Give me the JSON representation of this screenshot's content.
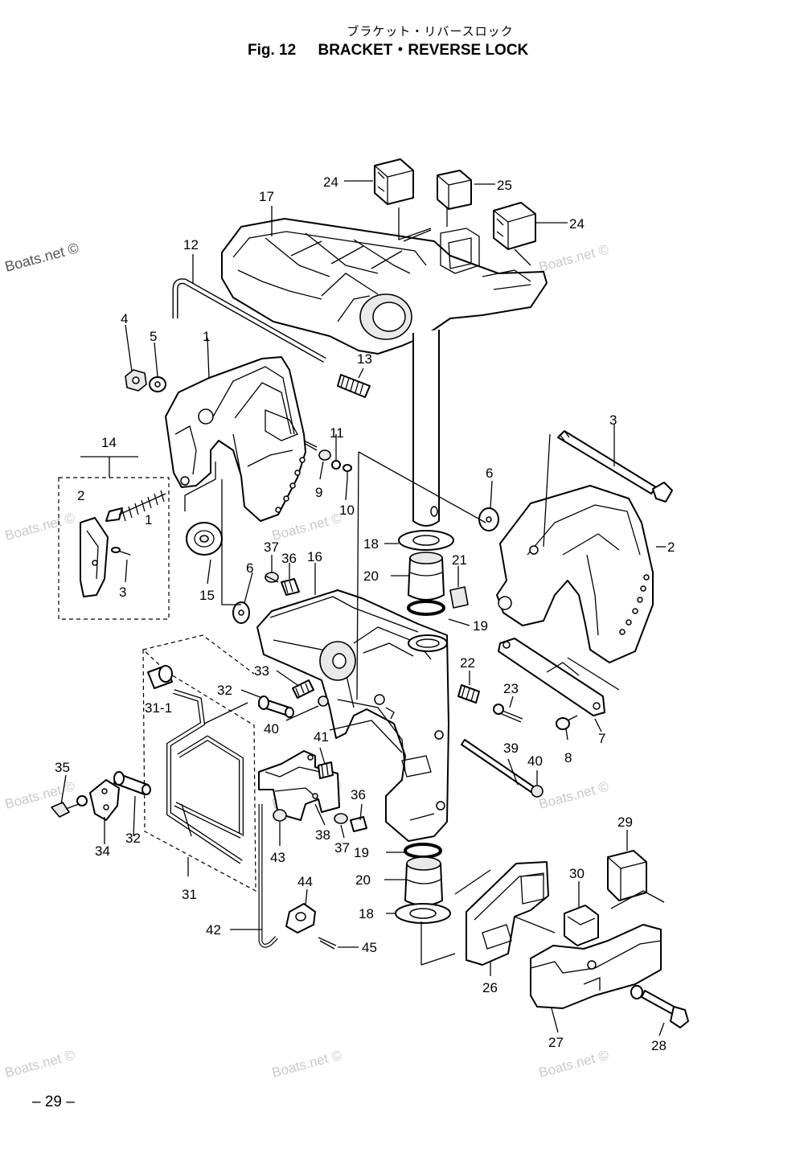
{
  "header": {
    "title_jp": "ブラケット・リバースロック",
    "fig_label": "Fig. 12",
    "title_en": "BRACKET・REVERSE LOCK"
  },
  "watermark": {
    "text": "Boats.net ©"
  },
  "footer": {
    "page_number": "– 29 –"
  },
  "callouts": [
    {
      "label": "24"
    },
    {
      "label": "25"
    },
    {
      "label": "24"
    },
    {
      "label": "17"
    },
    {
      "label": "12"
    },
    {
      "label": "4"
    },
    {
      "label": "5"
    },
    {
      "label": "1"
    },
    {
      "label": "13"
    },
    {
      "label": "11"
    },
    {
      "label": "9"
    },
    {
      "label": "10"
    },
    {
      "label": "14"
    },
    {
      "label": "2"
    },
    {
      "label": "1"
    },
    {
      "label": "3"
    },
    {
      "label": "15"
    },
    {
      "label": "3"
    },
    {
      "label": "6"
    },
    {
      "label": "2"
    },
    {
      "label": "37"
    },
    {
      "label": "36"
    },
    {
      "label": "16"
    },
    {
      "label": "6"
    },
    {
      "label": "18"
    },
    {
      "label": "20"
    },
    {
      "label": "21"
    },
    {
      "label": "19"
    },
    {
      "label": "33"
    },
    {
      "label": "32"
    },
    {
      "label": "31-1"
    },
    {
      "label": "40"
    },
    {
      "label": "22"
    },
    {
      "label": "23"
    },
    {
      "label": "7"
    },
    {
      "label": "8"
    },
    {
      "label": "41"
    },
    {
      "label": "39"
    },
    {
      "label": "40"
    },
    {
      "label": "35"
    },
    {
      "label": "34"
    },
    {
      "label": "32"
    },
    {
      "label": "36"
    },
    {
      "label": "43"
    },
    {
      "label": "38"
    },
    {
      "label": "37"
    },
    {
      "label": "19"
    },
    {
      "label": "29"
    },
    {
      "label": "20"
    },
    {
      "label": "30"
    },
    {
      "label": "31"
    },
    {
      "label": "44"
    },
    {
      "label": "18"
    },
    {
      "label": "42"
    },
    {
      "label": "45"
    },
    {
      "label": "26"
    },
    {
      "label": "27"
    },
    {
      "label": "28"
    }
  ]
}
